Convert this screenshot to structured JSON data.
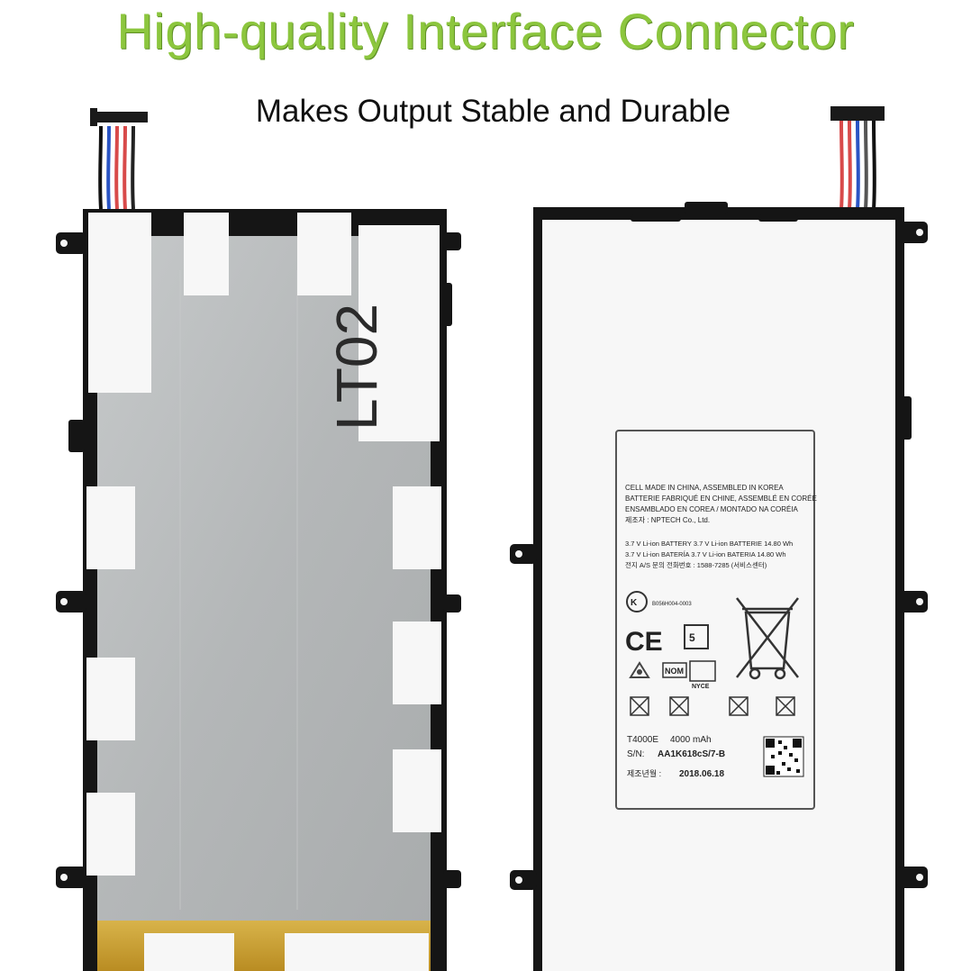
{
  "header": {
    "title": "High-quality Interface Connector",
    "subtitle": "Makes Output Stable and Durable"
  },
  "colors": {
    "title_green": "#8cc63e",
    "frame_black": "#151515",
    "cell_silver": "#b9bcbd",
    "gold_strip": "#c8a132",
    "label_white": "#f7f7f7"
  },
  "battery_back": {
    "model_mark": "LT02"
  },
  "battery_front": {
    "label_lines": [
      "CELL MADE IN CHINA, ASSEMBLED IN KOREA",
      "BATTERIE FABRIQUÉ EN CHINE, ASSEMBLÉ EN CORÉE",
      "ENSAMBLADO EN COREA / MONTADO NA CORÉIA",
      "제조자 : NPTECH Co., Ltd."
    ],
    "spec_lines": [
      "3.7 V Li-ion BATTERY 3.7 V Li-ion BATTERIE 14.80 Wh",
      "3.7 V Li-ion BATERÍA 3.7 V Li-ion BATERIA 14.80 Wh",
      "전지 A/S 문의 전화번호 : 1588-7285 (서비스센터)"
    ],
    "cert_code": "B056H004-0003",
    "model": "T4000E",
    "capacity": "4000 mAh",
    "sn_label": "S/N:",
    "sn_value": "AA1K618cS/7-B",
    "date_label": "제조년월 :",
    "date_value": "2018.06.18",
    "marks": [
      "kc-mark-icon",
      "ce-mark-icon",
      "recycle-icon",
      "nom-mark-icon",
      "nyce-mark-icon",
      "weee-bin-icon",
      "no-fire-icon",
      "no-disassemble-icon",
      "no-crush-icon",
      "no-water-icon",
      "qr-code-icon"
    ]
  }
}
